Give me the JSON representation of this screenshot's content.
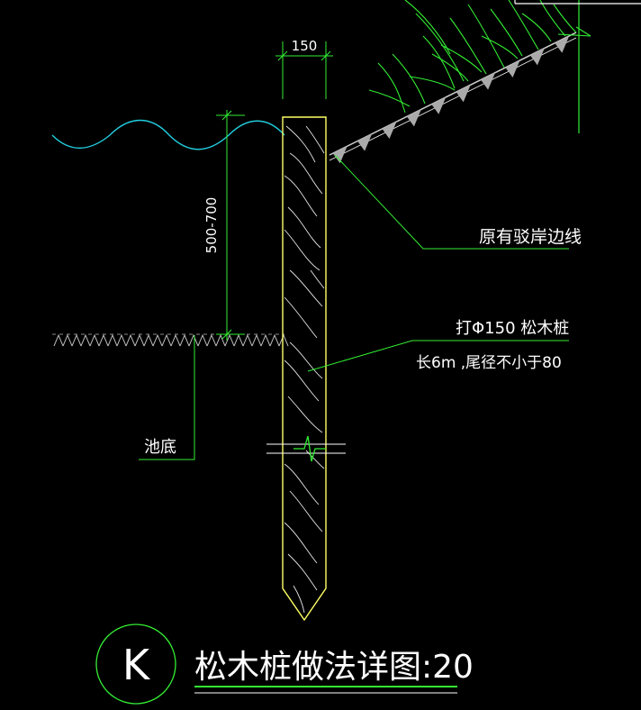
{
  "dimensions": {
    "pile_width": "150",
    "water_depth": "500-700"
  },
  "labels": {
    "bank_line": "原有驳岸边线",
    "pile_spec_line1": "打Φ150  松木桩",
    "pile_spec_line2": "长6m ,尾径不小于80",
    "pool_bottom": "池底"
  },
  "title": {
    "symbol": "K",
    "text": "松木桩做法详图",
    "scale": ":20"
  },
  "colors": {
    "background": "#000000",
    "leader": "#00ff00",
    "pile_outline": "#ffff66",
    "water": "#22ccdd",
    "text": "#ffffff",
    "hatch": "#d0d0d0"
  }
}
